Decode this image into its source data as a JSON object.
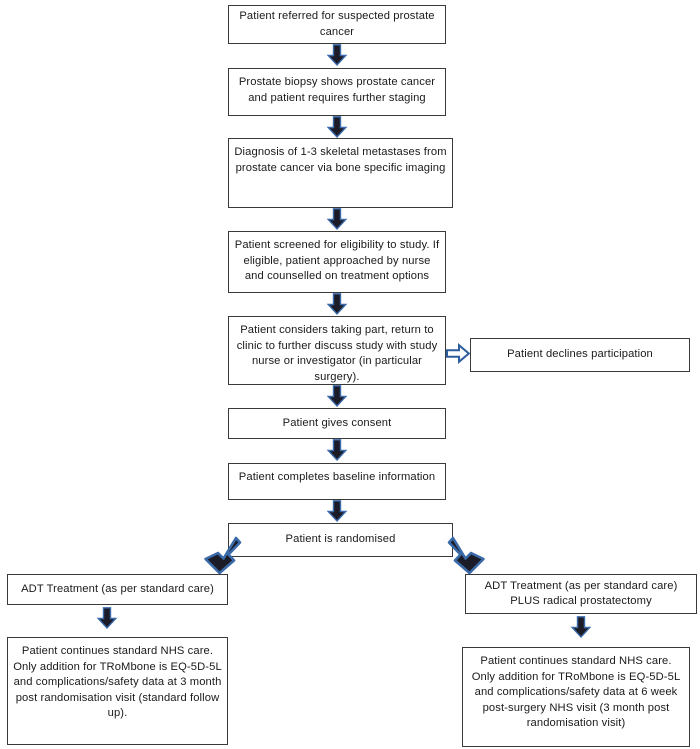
{
  "diagram": {
    "title": "TRoMbone trial patient pathway flowchart",
    "colors": {
      "box_border": "#3a3a3a",
      "box_fill": "#ffffff",
      "text": "#1a1a1a",
      "arrow_fill_dark": "#1c1c28",
      "arrow_stroke_blue": "#2e5d9e",
      "arrow_fill_white": "#ffffff"
    },
    "nodes": [
      {
        "id": "referral",
        "name": "node-patient-referred",
        "text": "Patient referred for suspected prostate cancer"
      },
      {
        "id": "biopsy",
        "name": "node-prostate-biopsy",
        "text": "Prostate biopsy shows prostate cancer and patient requires further staging"
      },
      {
        "id": "diagnosis",
        "name": "node-diagnosis-metastases",
        "text": "Diagnosis of 1-3 skeletal metastases from prostate cancer via bone specific imaging"
      },
      {
        "id": "screening",
        "name": "node-patient-screened",
        "text": "Patient screened for eligibility to study. If eligible, patient approached by nurse and counselled on treatment options"
      },
      {
        "id": "considers",
        "name": "node-patient-considers",
        "text": "Patient considers taking part, return to clinic to further discuss study with study nurse or investigator (in particular surgery)."
      },
      {
        "id": "declines",
        "name": "node-patient-declines",
        "text": "Patient declines participation"
      },
      {
        "id": "consent",
        "name": "node-patient-consent",
        "text": "Patient gives consent"
      },
      {
        "id": "baseline",
        "name": "node-baseline-information",
        "text": "Patient completes baseline information"
      },
      {
        "id": "randomised",
        "name": "node-patient-randomised",
        "text": "Patient is randomised"
      },
      {
        "id": "adt_left",
        "name": "node-adt-standard-care",
        "text": "ADT Treatment (as per standard care)"
      },
      {
        "id": "adt_right",
        "name": "node-adt-plus-prostatectomy",
        "text": "ADT Treatment (as per standard care) PLUS radical prostatectomy"
      },
      {
        "id": "followup_left",
        "name": "node-followup-3-month",
        "text": "Patient continues standard NHS care. Only addition for TRoMbone is EQ-5D-5L and complications/safety data at 3 month post randomisation visit (standard follow up)."
      },
      {
        "id": "followup_right",
        "name": "node-followup-6-week",
        "text": "Patient continues standard NHS care. Only addition for TRoMbone is EQ-5D-5L and complications/safety data at 6 week post-surgery NHS visit (3 month post randomisation visit)"
      }
    ],
    "connectors": [
      {
        "id": "c1",
        "name": "arrow-referral-to-biopsy",
        "icon": "arrow-down-icon"
      },
      {
        "id": "c2",
        "name": "arrow-biopsy-to-diagnosis",
        "icon": "arrow-down-icon"
      },
      {
        "id": "c3",
        "name": "arrow-diagnosis-to-screening",
        "icon": "arrow-down-icon"
      },
      {
        "id": "c4",
        "name": "arrow-screening-to-considers",
        "icon": "arrow-down-icon"
      },
      {
        "id": "c5",
        "name": "arrow-considers-to-declines",
        "icon": "arrow-right-icon"
      },
      {
        "id": "c6",
        "name": "arrow-considers-to-consent",
        "icon": "arrow-down-icon"
      },
      {
        "id": "c7",
        "name": "arrow-consent-to-baseline",
        "icon": "arrow-down-icon"
      },
      {
        "id": "c8",
        "name": "arrow-baseline-to-randomised",
        "icon": "arrow-down-icon"
      },
      {
        "id": "c9",
        "name": "arrow-randomised-to-adt-left",
        "icon": "arrow-down-left-icon"
      },
      {
        "id": "c10",
        "name": "arrow-randomised-to-adt-right",
        "icon": "arrow-down-right-icon"
      },
      {
        "id": "c11",
        "name": "arrow-adt-left-to-followup",
        "icon": "arrow-down-icon"
      },
      {
        "id": "c12",
        "name": "arrow-adt-right-to-followup",
        "icon": "arrow-down-icon"
      }
    ]
  }
}
